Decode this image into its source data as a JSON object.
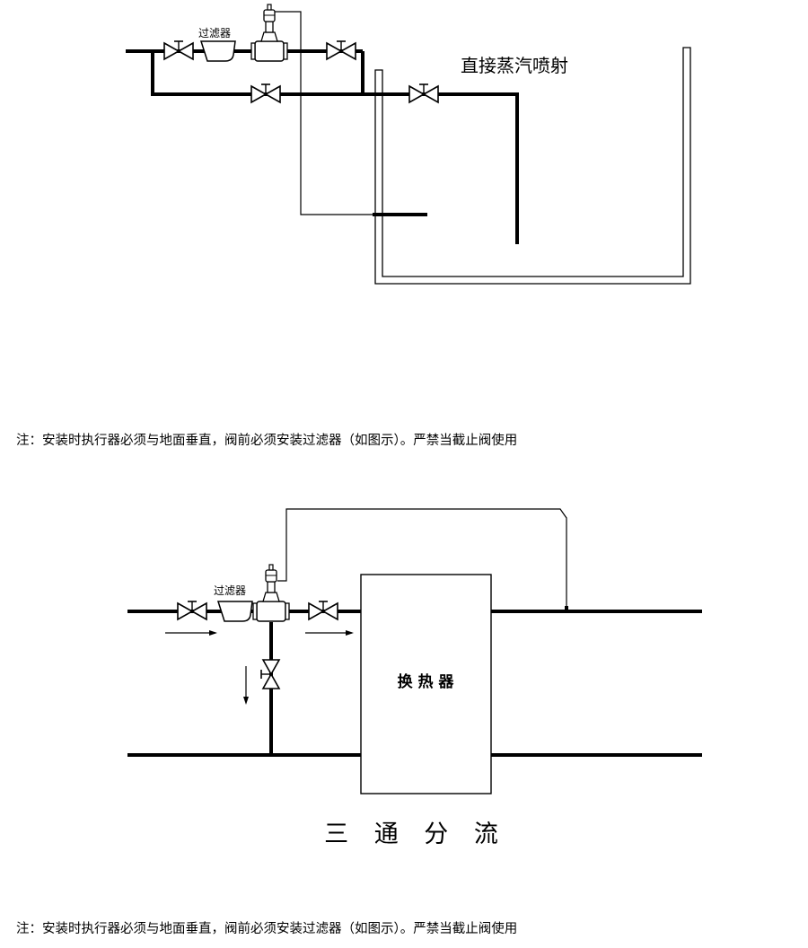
{
  "diagram1": {
    "title": "直接蒸汽喷射",
    "filter_label": "过滤器",
    "note": "注：安装时执行器必须与地面垂直，阀前必须安装过滤器（如图示）。严禁当截止阀使用"
  },
  "diagram2": {
    "title": "三 通 分 流",
    "filter_label": "过滤器",
    "heat_exchanger_label": "换 热 器",
    "note": "注：安装时执行器必须与地面垂直，阀前必须安装过滤器（如图示）。严禁当截止阀使用"
  },
  "colors": {
    "line": "#000000",
    "background": "#ffffff"
  }
}
